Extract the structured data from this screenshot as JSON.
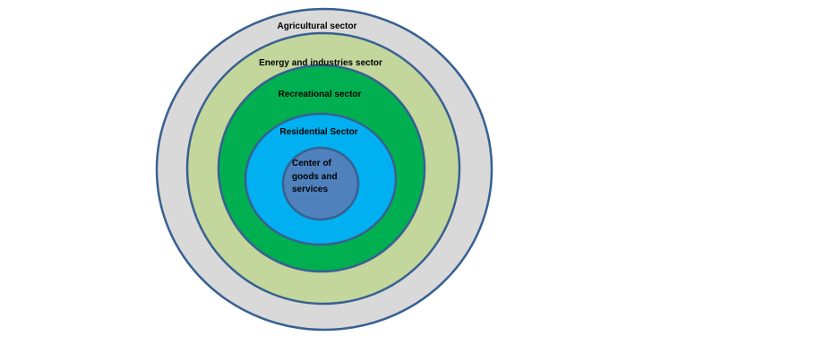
{
  "diagram": {
    "rings": [
      {
        "label": "Agricultural sector",
        "fill": "#d9d9d9"
      },
      {
        "label": "Energy and industries sector",
        "fill": "#c3d69b"
      },
      {
        "label": "Recreational sector",
        "fill": "#00b050"
      },
      {
        "label": "Residential Sector",
        "fill": "#00b0f0"
      }
    ],
    "center": {
      "label_lines": [
        "Center of",
        "goods and",
        "services"
      ],
      "fill": "#4f81bd"
    },
    "stroke": "#376092"
  }
}
